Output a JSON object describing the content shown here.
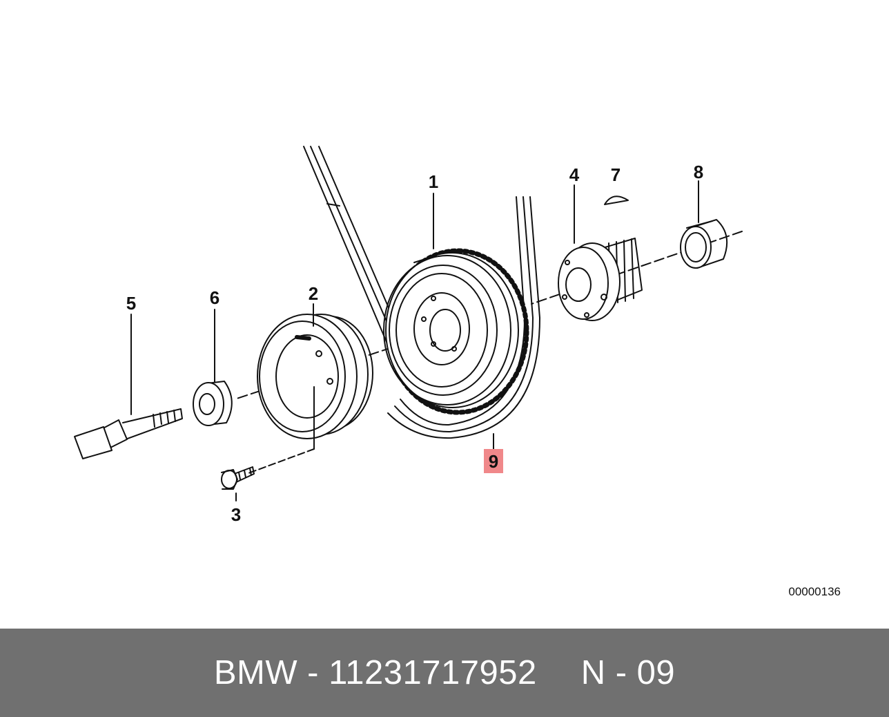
{
  "diagram": {
    "callouts": [
      {
        "number": "1",
        "highlighted": false
      },
      {
        "number": "2",
        "highlighted": false
      },
      {
        "number": "3",
        "highlighted": false
      },
      {
        "number": "4",
        "highlighted": false
      },
      {
        "number": "5",
        "highlighted": false
      },
      {
        "number": "6",
        "highlighted": false
      },
      {
        "number": "7",
        "highlighted": false
      },
      {
        "number": "8",
        "highlighted": false
      },
      {
        "number": "9",
        "highlighted": true
      }
    ],
    "drawing_number": "00000136",
    "highlight_color": "#f0888a"
  },
  "footer": {
    "brand_part": "BMW - 11231717952",
    "page_ref": "N - 09",
    "background_color": "#707070"
  }
}
